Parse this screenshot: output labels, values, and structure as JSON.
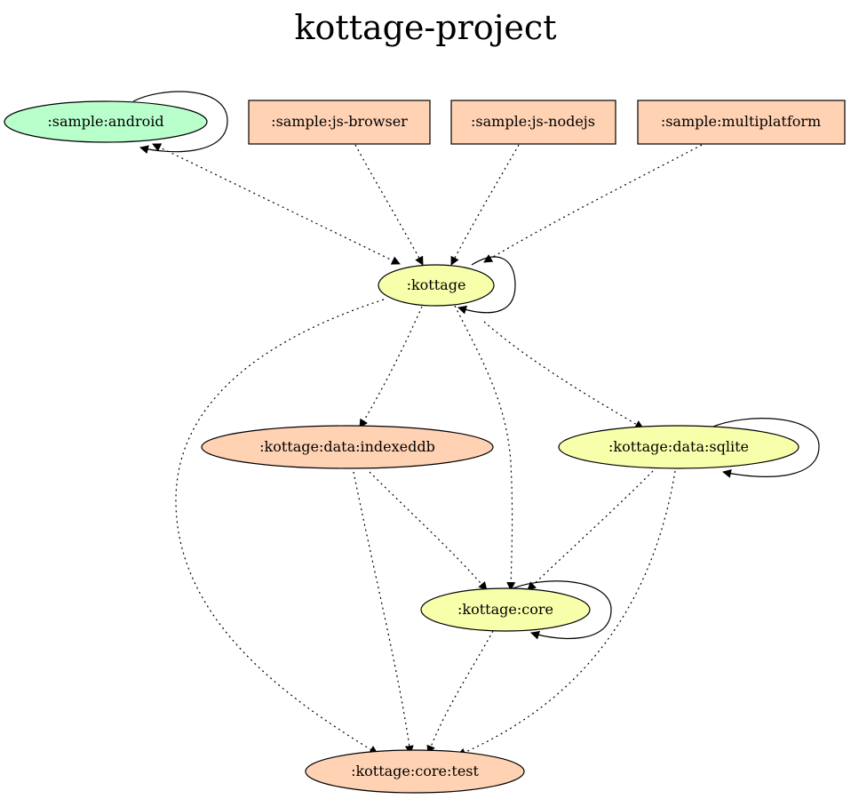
{
  "title": "kottage-project",
  "colors": {
    "android": "#b8ffcc",
    "js": "#ffd2b4",
    "multiplatform": "#f7ffaa"
  },
  "nodes": {
    "sample_android": ":sample:android",
    "sample_js_browser": ":sample:js-browser",
    "sample_js_nodejs": ":sample:js-nodejs",
    "sample_multiplatform": ":sample:multiplatform",
    "kottage": ":kottage",
    "kottage_data_indexeddb": ":kottage:data:indexeddb",
    "kottage_data_sqlite": ":kottage:data:sqlite",
    "kottage_core": ":kottage:core",
    "kottage_core_test": ":kottage:core:test"
  }
}
